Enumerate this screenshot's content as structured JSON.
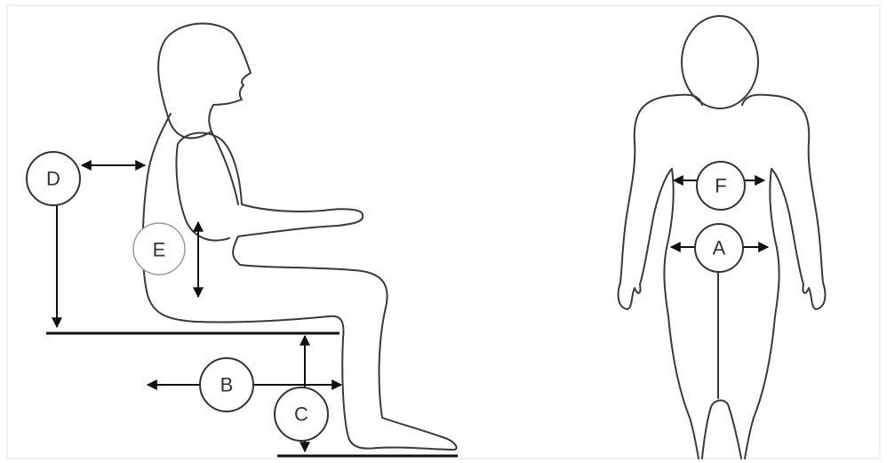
{
  "labels": {
    "A": "A",
    "B": "B",
    "C": "C",
    "D": "D",
    "E": "E",
    "F": "F"
  },
  "colors": {
    "outline": "#3a3a3a",
    "arrow": "#111111",
    "background": "#ffffff"
  }
}
